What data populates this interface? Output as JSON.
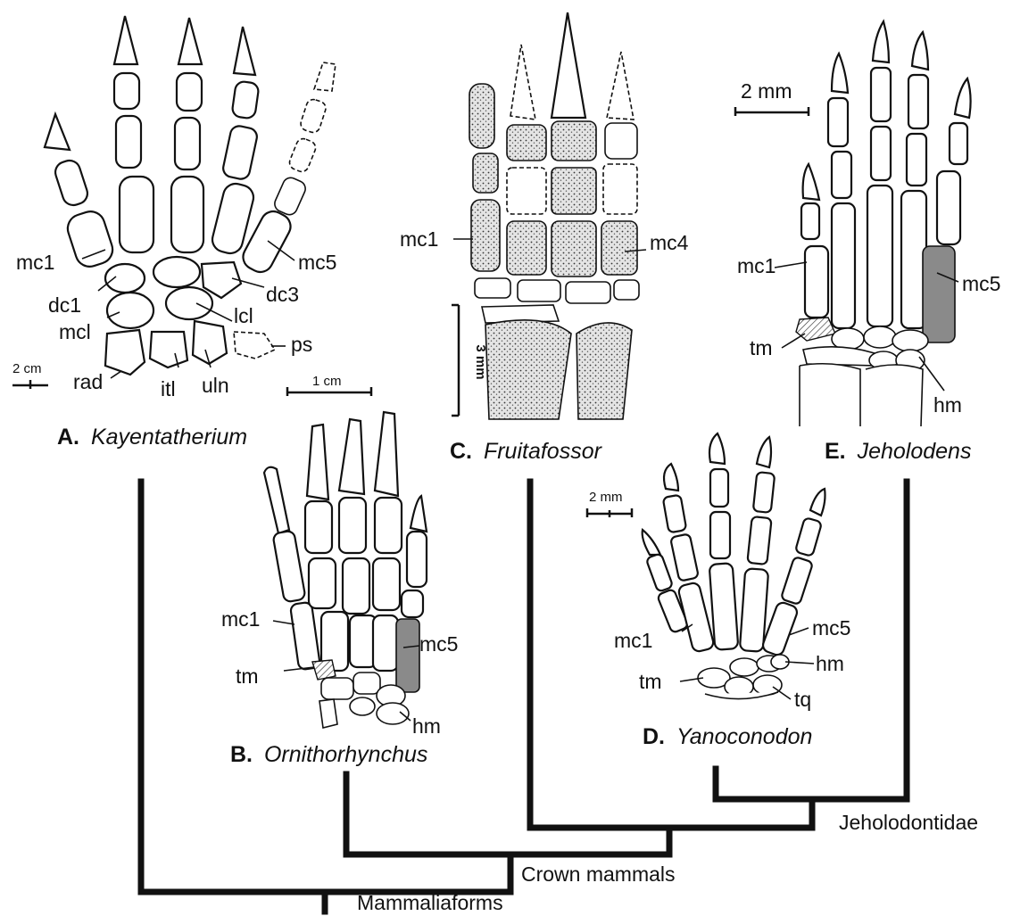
{
  "panels": {
    "a": {
      "caption_letter": "A.",
      "caption_taxon": "Kayentatherium",
      "labels": {
        "mc1": "mc1",
        "mc5": "mc5",
        "dc1": "dc1",
        "dc3": "dc3",
        "mcl": "mcl",
        "lcl": "lcl",
        "rad": "rad",
        "itl": "itl",
        "uln": "uln",
        "ps": "ps"
      },
      "scale_left": "2 cm",
      "scale_right": "1 cm"
    },
    "b": {
      "caption_letter": "B.",
      "caption_taxon": "Ornithorhynchus",
      "labels": {
        "mc1": "mc1",
        "tm": "tm",
        "mc5": "mc5",
        "hm": "hm"
      }
    },
    "c": {
      "caption_letter": "C.",
      "caption_taxon": "Fruitafossor",
      "labels": {
        "mc1": "mc1",
        "mc4": "mc4"
      },
      "scale": "3 mm"
    },
    "d": {
      "caption_letter": "D.",
      "caption_taxon": "Yanoconodon",
      "labels": {
        "mc1": "mc1",
        "mc5": "mc5",
        "hm": "hm",
        "tm": "tm",
        "tq": "tq"
      },
      "scale": "2 mm"
    },
    "e": {
      "caption_letter": "E.",
      "caption_taxon": "Jeholodens",
      "labels": {
        "mc1": "mc1",
        "mc5": "mc5",
        "tm": "tm",
        "hm": "hm"
      },
      "scale": "2 mm"
    }
  },
  "tree": {
    "jeholodontidae": "Jeholodontidae",
    "crown_mammals": "Crown mammals",
    "mammaliaforms": "Mammaliaforms"
  },
  "colors": {
    "ink": "#111111",
    "shade": "#8a8a8a",
    "background": "#ffffff"
  }
}
